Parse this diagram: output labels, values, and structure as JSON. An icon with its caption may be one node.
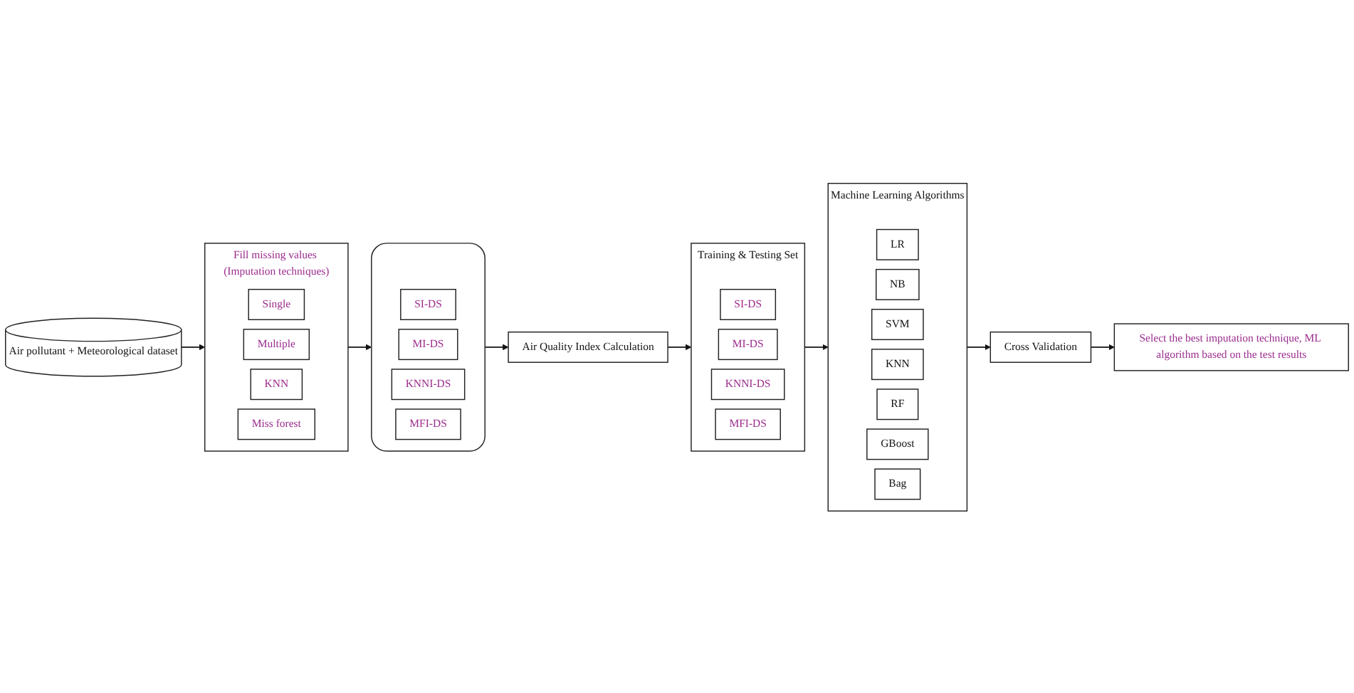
{
  "diagram": {
    "nodes": [
      {
        "text": [
          "Air pollutant + Meteorological dataset"
        ]
      },
      {
        "text": [
          "Fill missing values (Imputation techniques)"
        ]
      },
      {
        "text": [
          "Single"
        ],
        "in": 1
      },
      {
        "text": [
          "Multiple"
        ],
        "in": 1
      },
      {
        "text": [
          "KNN"
        ],
        "in": 1
      },
      {
        "text": [
          "Miss forest"
        ],
        "in": 1
      },
      {
        "text": [],
        "shape": "cylinder"
      },
      {
        "text": [
          "SI-DS"
        ],
        "in": 6
      },
      {
        "text": [
          "MI-DS"
        ],
        "in": 6
      },
      {
        "text": [
          "KNNI-DS"
        ],
        "in": 6
      },
      {
        "text": [
          "MFI-DS"
        ],
        "in": 6
      },
      {
        "text": [
          "Air Quality Index Calculation"
        ]
      },
      {
        "text": [
          "Machine Learning Algorithms"
        ]
      },
      {
        "text": [
          "LR"
        ],
        "in": 12
      },
      {
        "text": [
          "NB"
        ],
        "in": 12
      },
      {
        "text": [
          "SVM"
        ],
        "in": 12
      },
      {
        "text": [
          "KNN"
        ],
        "in": 12
      },
      {
        "text": [
          "RF"
        ],
        "in": 12
      },
      {
        "text": [
          "GBoost"
        ],
        "in": 12
      },
      {
        "text": [
          "Bag"
        ],
        "in": 12
      },
      {
        "text": [
          "Training & Testing Set"
        ]
      },
      {
        "text": [
          "SI-DS"
        ],
        "in": 20
      },
      {
        "text": [
          "MI-DS"
        ],
        "in": 20
      },
      {
        "text": [
          "KNNI-DS"
        ],
        "in": 20
      },
      {
        "text": [
          "MFI-DS"
        ],
        "in": 20
      },
      {
        "text": [
          "Cross Validation"
        ]
      },
      {
        "text": [
          "Select the best imputation technique, ML algorithm based on the test results"
        ]
      }
    ],
    "edges": [
      {
        "from": 0,
        "to": 1,
        "arrow": "to"
      },
      {
        "from": 1,
        "to": 6,
        "arrow": "to"
      },
      {
        "from": 6,
        "to": 11,
        "arrow": "to"
      },
      {
        "from": 11,
        "to": 20,
        "arrow": "to"
      },
      {
        "from": 20,
        "to": 12,
        "arrow": "to"
      },
      {
        "from": 12,
        "to": 25,
        "arrow": "to"
      },
      {
        "from": 25,
        "to": 26,
        "arrow": "to"
      }
    ]
  }
}
